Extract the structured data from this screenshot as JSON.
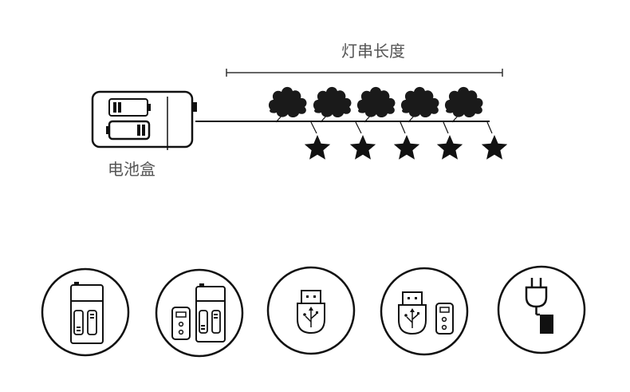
{
  "diagram": {
    "length_label": "灯串长度",
    "battery_box_label": "电池盒",
    "string_light": {
      "leaf_count": 5,
      "star_count": 5
    },
    "power_options": [
      {
        "id": "battery-box",
        "icon": "battery-pack-icon"
      },
      {
        "id": "battery-box-remote",
        "icon": "battery-pack-remote-icon"
      },
      {
        "id": "usb",
        "icon": "usb-icon"
      },
      {
        "id": "usb-remote",
        "icon": "usb-remote-icon"
      },
      {
        "id": "plug-adapter",
        "icon": "power-plug-icon"
      }
    ],
    "colors": {
      "ink": "#111111",
      "label": "#555555",
      "background": "#ffffff"
    }
  }
}
